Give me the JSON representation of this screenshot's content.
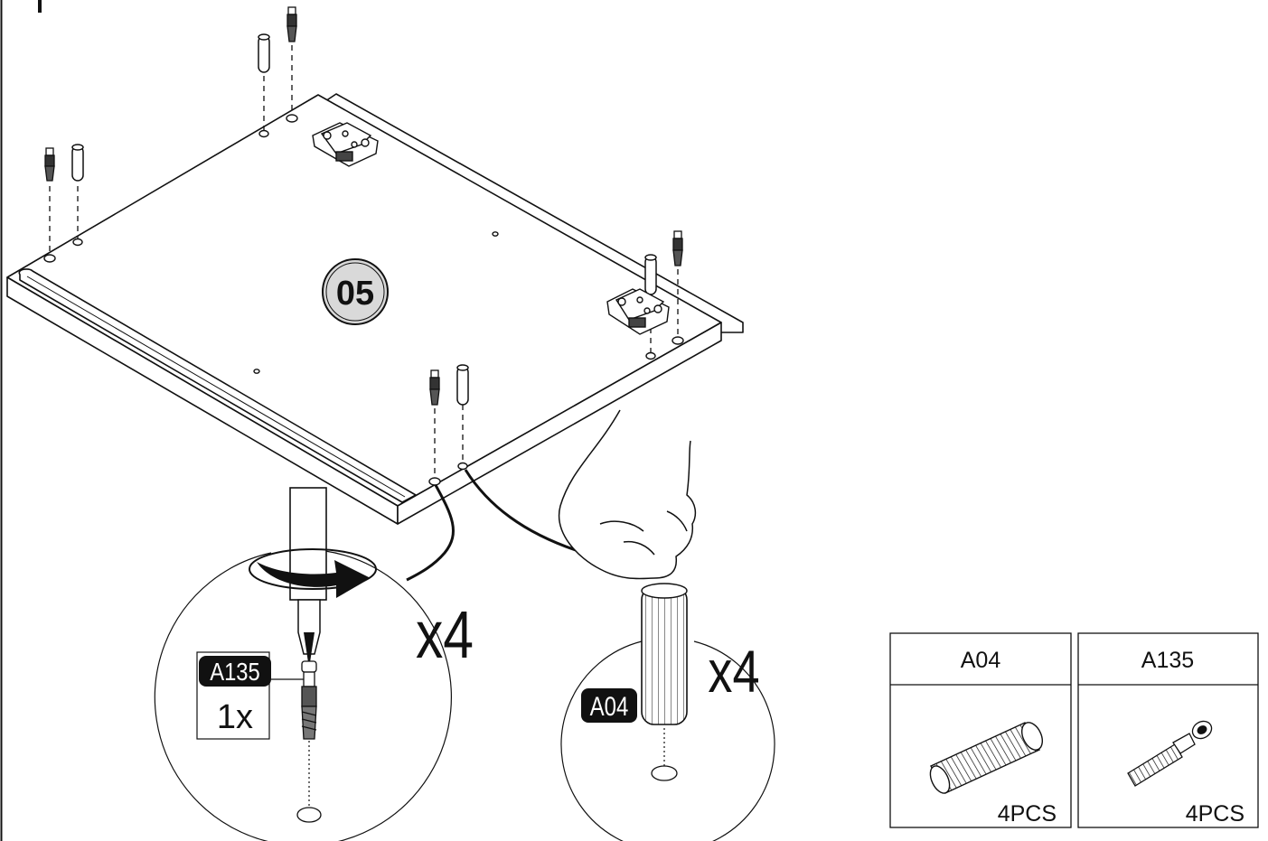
{
  "step": {
    "number": "05"
  },
  "callouts": {
    "screw_multiplier": "x4",
    "dowel_multiplier": "x4",
    "screw_tag": "A135",
    "screw_qty": "1x",
    "dowel_tag": "A04"
  },
  "parts": [
    {
      "code": "A04",
      "quantity": "4PCS",
      "icon": "wooden-dowel"
    },
    {
      "code": "A135",
      "quantity": "4PCS",
      "icon": "cam-bolt-screw"
    }
  ],
  "colors": {
    "line": "#111111",
    "badge_fill": "#d9d9d9",
    "tag_fill": "#111111",
    "tag_text": "#ffffff"
  }
}
